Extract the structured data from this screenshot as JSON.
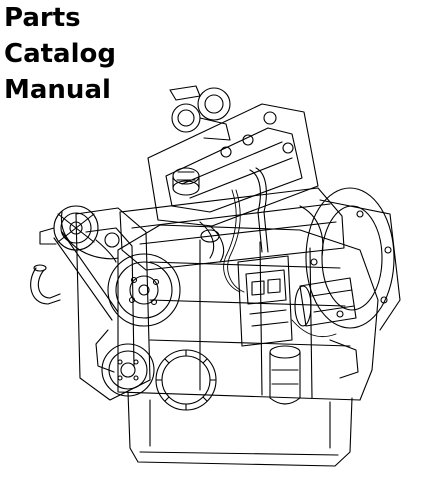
{
  "cover": {
    "title_lines": [
      "Parts",
      "Catalog",
      "Manual"
    ],
    "illustration": "engine-line-drawing",
    "ink_color": "#000000",
    "background_color": "#ffffff"
  }
}
